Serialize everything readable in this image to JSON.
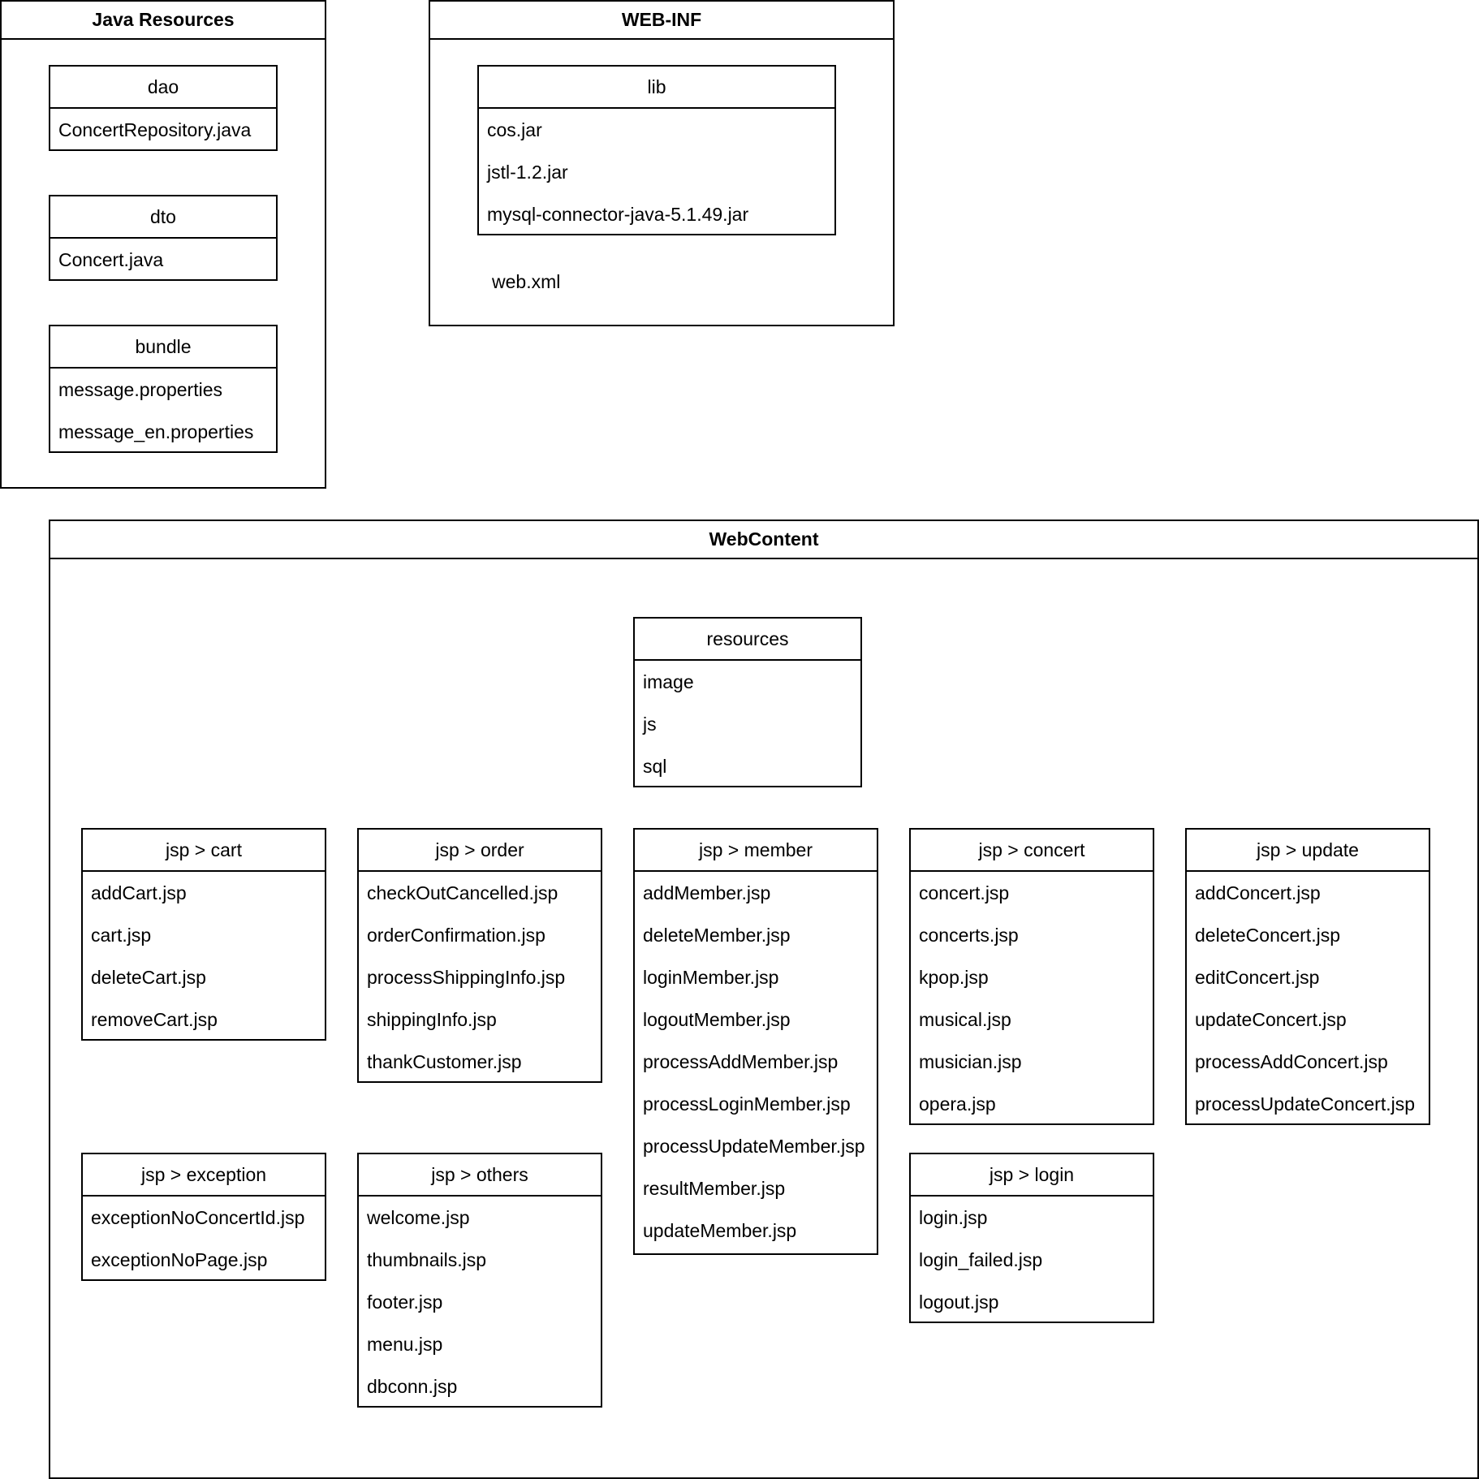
{
  "java_resources": {
    "title": "Java Resources",
    "dao": {
      "title": "dao",
      "items": [
        "ConcertRepository.java"
      ]
    },
    "dto": {
      "title": "dto",
      "items": [
        "Concert.java"
      ]
    },
    "bundle": {
      "title": "bundle",
      "items": [
        "message.properties",
        "message_en.properties"
      ]
    }
  },
  "web_inf": {
    "title": "WEB-INF",
    "lib": {
      "title": "lib",
      "items": [
        "cos.jar",
        "jstl-1.2.jar",
        "mysql-connector-java-5.1.49.jar"
      ]
    },
    "web_xml": "web.xml"
  },
  "web_content": {
    "title": "WebContent",
    "resources": {
      "title": "resources",
      "items": [
        "image",
        "js",
        "sql"
      ]
    },
    "cart": {
      "title": "jsp > cart",
      "items": [
        "addCart.jsp",
        "cart.jsp",
        "deleteCart.jsp",
        "removeCart.jsp"
      ]
    },
    "order": {
      "title": "jsp > order",
      "items": [
        "checkOutCancelled.jsp",
        "orderConfirmation.jsp",
        "processShippingInfo.jsp",
        "shippingInfo.jsp",
        "thankCustomer.jsp"
      ]
    },
    "member": {
      "title": "jsp > member",
      "items": [
        "addMember.jsp",
        "deleteMember.jsp",
        "loginMember.jsp",
        "logoutMember.jsp",
        "processAddMember.jsp",
        "processLoginMember.jsp",
        "processUpdateMember.jsp",
        "resultMember.jsp",
        "updateMember.jsp"
      ]
    },
    "concert": {
      "title": "jsp > concert",
      "items": [
        "concert.jsp",
        "concerts.jsp",
        "kpop.jsp",
        "musical.jsp",
        "musician.jsp",
        "opera.jsp"
      ]
    },
    "update": {
      "title": "jsp > update",
      "items": [
        "addConcert.jsp",
        "deleteConcert.jsp",
        "editConcert.jsp",
        "updateConcert.jsp",
        "processAddConcert.jsp",
        "processUpdateConcert.jsp"
      ]
    },
    "exception": {
      "title": "jsp > exception",
      "items": [
        "exceptionNoConcertId.jsp",
        "exceptionNoPage.jsp"
      ]
    },
    "others": {
      "title": "jsp > others",
      "items": [
        "welcome.jsp",
        "thumbnails.jsp",
        "footer.jsp",
        "menu.jsp",
        "dbconn.jsp"
      ]
    },
    "login": {
      "title": "jsp > login",
      "items": [
        "login.jsp",
        "login_failed.jsp",
        "logout.jsp"
      ]
    }
  }
}
